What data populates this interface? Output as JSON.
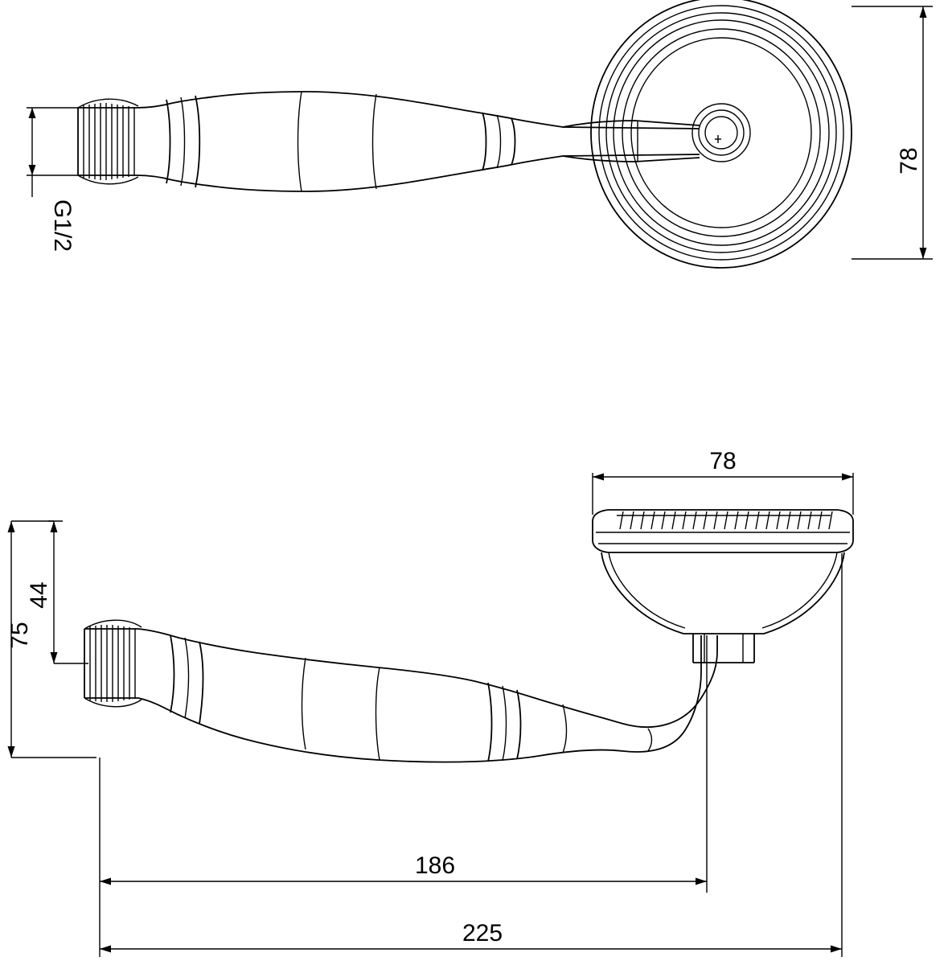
{
  "drawing": {
    "title": "Hand shower technical drawing",
    "views": [
      {
        "name": "top-view",
        "description": "Top view of handheld shower with round spray head and textured handle"
      },
      {
        "name": "side-view",
        "description": "Side view of handheld shower showing curved neck and spray face"
      }
    ],
    "dimensions": {
      "thread_label": "G1/2",
      "head_diameter_top": "78",
      "head_diameter_side": "78",
      "height_44": "44",
      "height_75": "75",
      "length_186": "186",
      "length_225": "225"
    },
    "colors": {
      "line": "#000000",
      "background": "#ffffff"
    }
  }
}
